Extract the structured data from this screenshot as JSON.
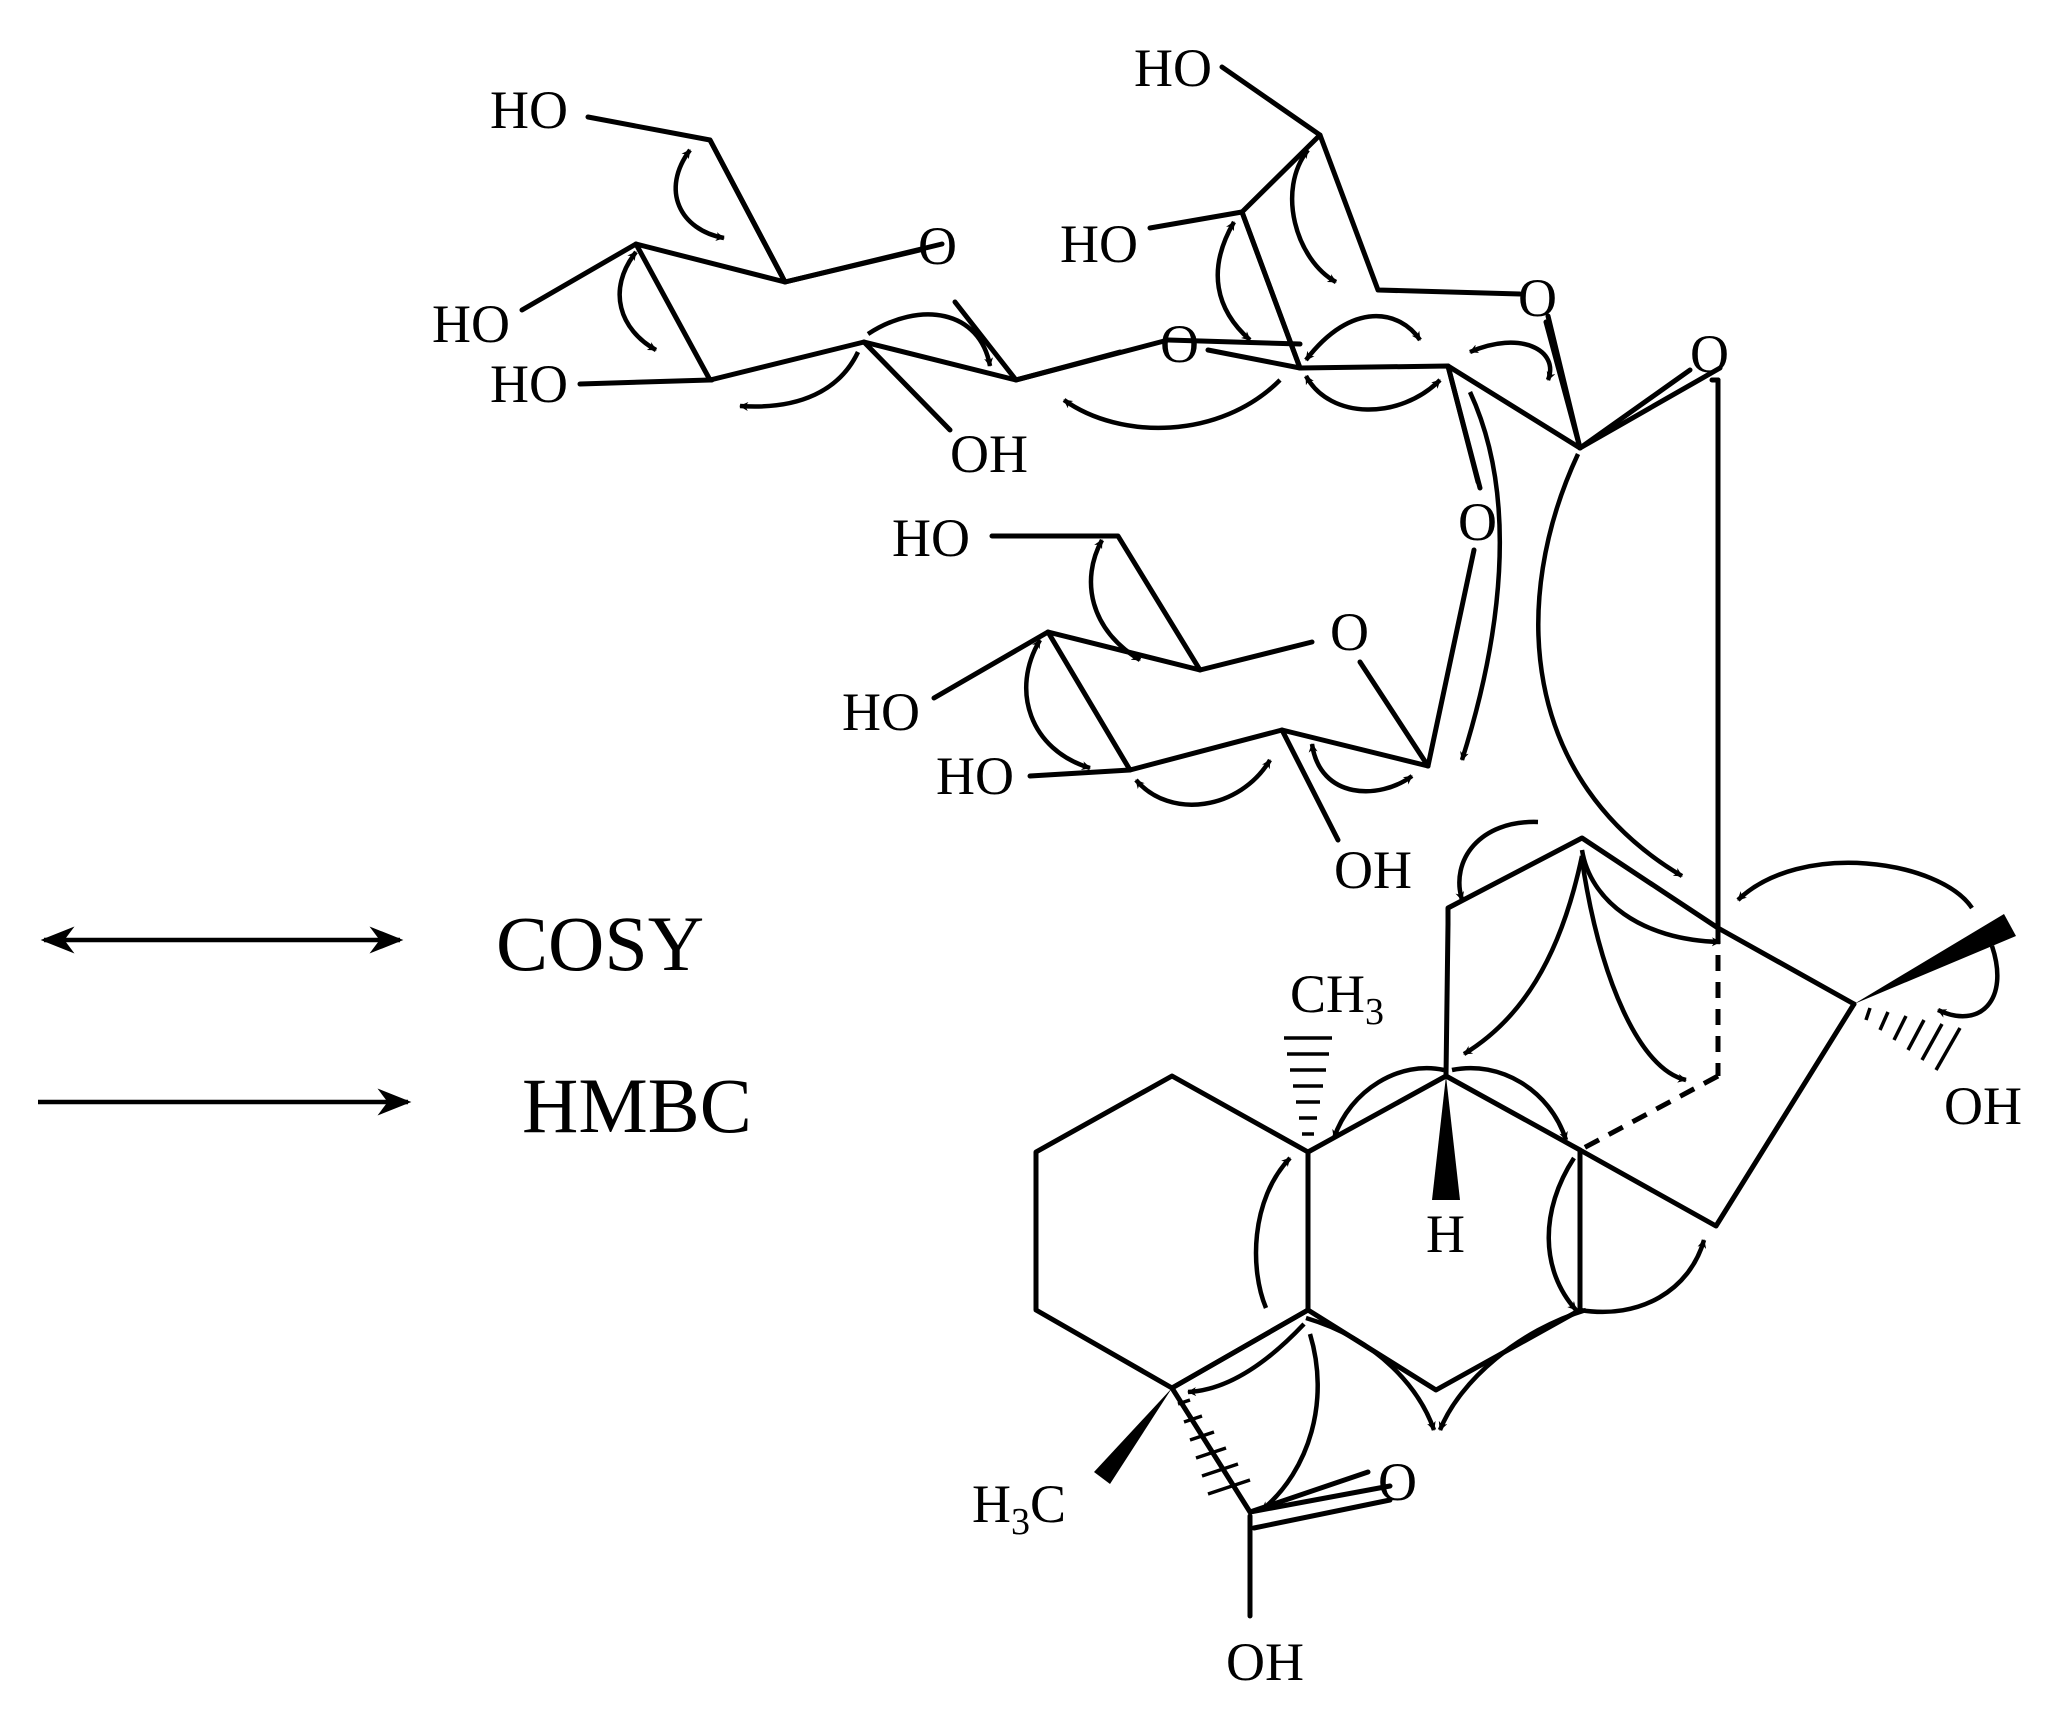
{
  "labels": {
    "ho": "HO",
    "oh": "OH",
    "o": "O",
    "h": "H",
    "ch3_main": "CH",
    "ch3_sub": "3",
    "h3c_pre": "H",
    "h3c_sub": "3",
    "h3c_post": "C"
  },
  "legend": {
    "cosy": "COSY",
    "hmbc": "HMBC"
  },
  "colors": {
    "ink": "#000000",
    "background": "#ffffff"
  }
}
